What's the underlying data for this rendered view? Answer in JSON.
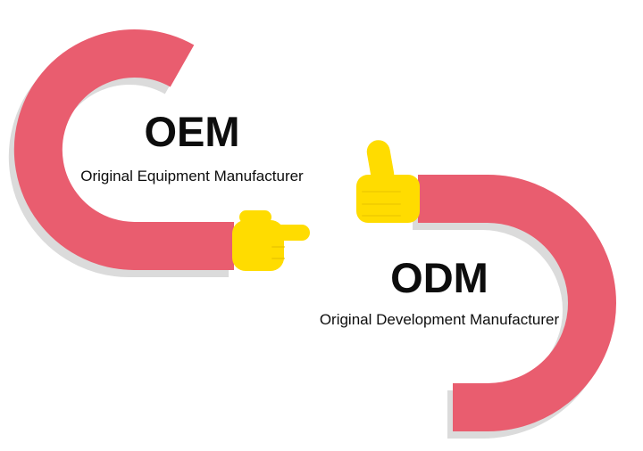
{
  "illustration": {
    "title": "OEM vs ODM illustration",
    "left": {
      "abbr": "OEM",
      "full": "Original Equipment Manufacturer",
      "hand_icon": "pointing-right-hand-icon"
    },
    "right": {
      "abbr": "ODM",
      "full": "Original Development Manufacturer",
      "hand_icon": "thumbs-up-hand-icon"
    },
    "colors": {
      "arm_pink": "#E95D6F",
      "hand_yellow": "#FFDC00",
      "hand_detail": "#E9C400",
      "shadow_gray": "#DBDBDB",
      "text": "#0D0D0D",
      "background": "#FFFFFF"
    }
  }
}
